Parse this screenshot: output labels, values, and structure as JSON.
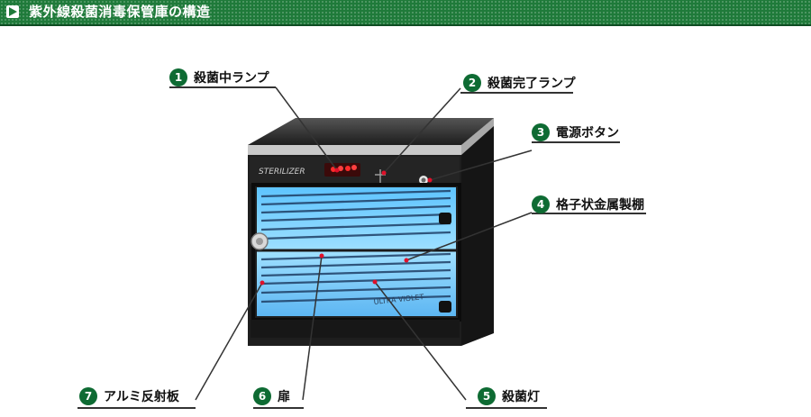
{
  "header": {
    "title": "紫外線殺菌消毒保管庫の構造"
  },
  "device": {
    "brand": "STERILIZER",
    "glass_text": "ULTRA VIOLET"
  },
  "callouts": [
    {
      "num": "1",
      "label": "殺菌中ランプ"
    },
    {
      "num": "2",
      "label": "殺菌完了ランプ"
    },
    {
      "num": "3",
      "label": "電源ボタン"
    },
    {
      "num": "4",
      "label": "格子状金属製棚"
    },
    {
      "num": "5",
      "label": "殺菌灯"
    },
    {
      "num": "6",
      "label": "扉"
    },
    {
      "num": "7",
      "label": "アルミ反射板"
    }
  ],
  "colors": {
    "header_bg": "#1f7a3a",
    "badge": "#0e6b33",
    "uv_glow": "#8fd8ff",
    "marker": "#e0102a"
  }
}
